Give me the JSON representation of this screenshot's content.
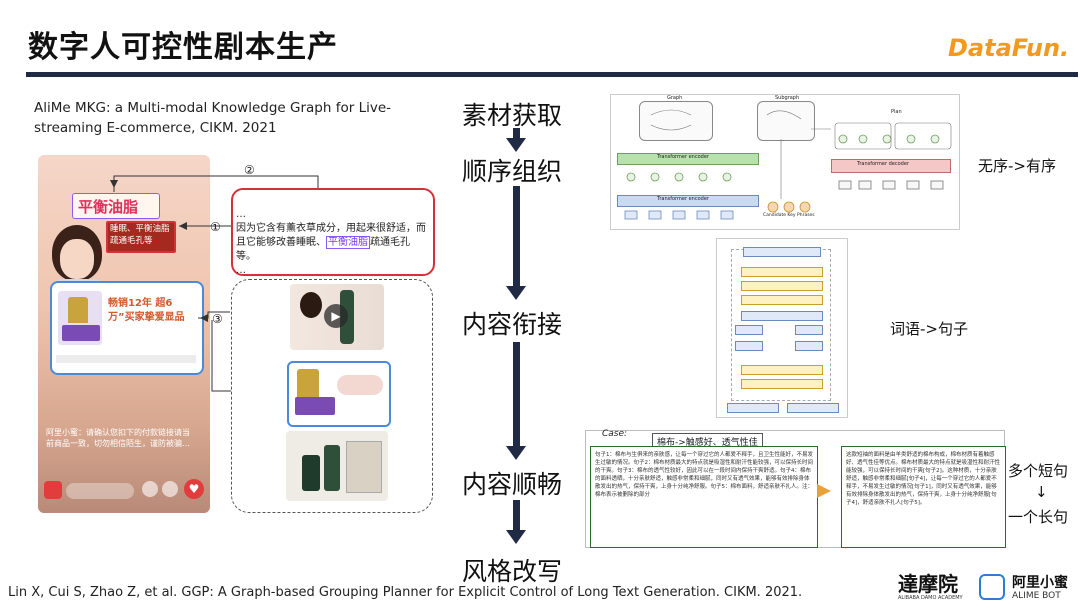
{
  "slide": {
    "title": "数字人可控性剧本生产",
    "logo": "DataFun.",
    "top_reference": "AliMe MKG: a Multi-modal Knowledge Graph for Live-streaming E-commerce, CIKM. 2021",
    "bottom_reference": "Lin X, Cui S, Zhao Z, et al. GGP: A Graph-based Grouping Planner for Explicit Control of Long Text Generation. CIKM. 2021."
  },
  "pipeline": {
    "steps": [
      "素材获取",
      "顺序组织",
      "内容衔接",
      "内容顺畅",
      "风格改写"
    ]
  },
  "side_labels": {
    "order": "无序->有序",
    "words": "词语->句子",
    "short_sentences": "多个短句",
    "down_arrow": "↓",
    "long_sentence": "一个长句"
  },
  "left_figure": {
    "banner": "平衡油脂",
    "tag": "睡眠、平衡油脂疏通毛孔等",
    "product_title": "畅销12年 超6万”买家挚爱显品",
    "marker_1": "①",
    "marker_2": "②",
    "marker_3": "③",
    "script_text_before": "…\n因为它含有薰衣草成分，用起来很舒适，而且它能够改善睡眠、",
    "script_highlight": "平衡油脂",
    "script_text_after": "疏通毛孔等。\n…",
    "bottom_caption": "阿里小蜜：请确认您扣下的付款链接请当前商品一致，切勿相信陌生，谨防被骗…"
  },
  "diagram_top": {
    "labels": [
      "Graph",
      "Subgraph",
      "Plan",
      "Transformer encoder",
      "Transformer encoder",
      "Transformer decoder",
      "Candidate Key Phrases"
    ]
  },
  "case": {
    "label": "Case:",
    "topic": "棉布->触感好、透气性佳",
    "left_text": "句子1：棉布与生俱来的亲肤感，让每一个穿过它的人都爱不释手，且卫生性能好，不易发生过敏的情况。句子2：棉布材质最大的特点就是吸湿性和耐汗性能较强，可以保持长时间的干爽。句子3：棉布的透气性较好，因此可以在一段时间内保持干爽舒适。句子4：棉布的面料透晒，十分亲肤舒适，触感非常柔和细腻，同时又有透气效果，能够有效排除身体散发出的热气，保持干爽，上身十分纯净舒服。句子5：棉布面料，舒适亲肤不扎人。注：棉布表示被删除的部分",
    "right_text": "这款短袖的面料是由羊类舒适的棉布构成，棉布材质有着触感好、透气性佳等优点。棉布材质最大的特点就是吸湿性和耐汗性能较强，可以保持长时间的干爽[句子2]。这种材质，十分亲肤舒适，触感非常柔和细腻[句子4]，让每一个穿过它的人都爱不释手，不易发生过敏的情况[句子1]，同时又有透气效果，能够有效排除身体散发出的热气，保持干爽，上身十分纯净舒服[句子4]，舒适亲肤不扎人[句子5]。"
  },
  "footer": {
    "damo": "達摩院",
    "damo_sub": "ALIBABA DAMO ACADEMY",
    "alime": "阿里小蜜",
    "alime_sub": "ALIME BOT"
  },
  "colors": {
    "accent_navy": "#1f2a44",
    "logo_orange": "#f39a1e",
    "box_red": "#d6303a",
    "highlight_purple": "#8b5cf6",
    "alime_blue": "#2a7fd4"
  }
}
